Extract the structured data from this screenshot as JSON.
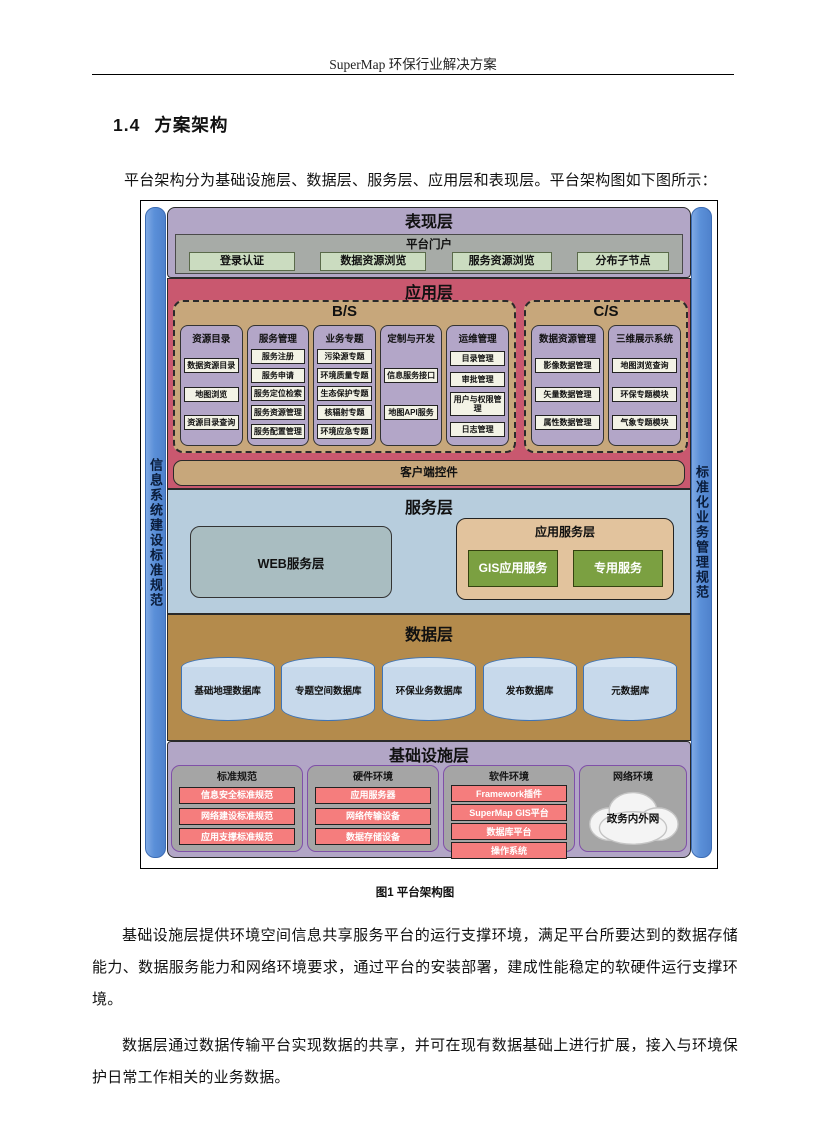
{
  "page": {
    "header": "SuperMap 环保行业解决方案",
    "section_number": "1.4",
    "section_title": "方案架构",
    "intro": "平台架构分为基础设施层、数据层、服务层、应用层和表现层。平台架构图如下图所示：",
    "caption": "图1  平台架构图",
    "para1": "基础设施层提供环境空间信息共享服务平台的运行支撑环境，满足平台所要达到的数据存储能力、数据服务能力和网络环境要求，通过平台的安装部署，建成性能稳定的软硬件运行支撑环境。",
    "para2": "数据层通过数据传输平台实现数据的共享，并可在现有数据基础上进行扩展，接入与环境保护日常工作相关的业务数据。"
  },
  "diagram": {
    "left_bar": "信息系统建设标准规范",
    "right_bar": "标准化业务管理规范",
    "presentation": {
      "title": "表现层",
      "portal_title": "平台门户",
      "buttons": [
        "登录认证",
        "数据资源浏览",
        "服务资源浏览",
        "分布子节点"
      ]
    },
    "application": {
      "title": "应用层",
      "bs": {
        "title": "B/S",
        "columns": [
          {
            "title": "资源目录",
            "items": [
              "数据资源目录",
              "地图浏览",
              "资源目录查询"
            ]
          },
          {
            "title": "服务管理",
            "items": [
              "服务注册",
              "服务申请",
              "服务定位检索",
              "服务资源管理",
              "服务配置管理"
            ]
          },
          {
            "title": "业务专题",
            "items": [
              "污染源专题",
              "环境质量专题",
              "生态保护专题",
              "核辐射专题",
              "环境应急专题"
            ]
          },
          {
            "title": "定制与开发",
            "items": [
              "信息服务接口",
              "地图API服务"
            ]
          },
          {
            "title": "运维管理",
            "items": [
              "目录管理",
              "审批管理",
              "用户与权限管理",
              "日志管理"
            ]
          }
        ]
      },
      "cs": {
        "title": "C/S",
        "columns": [
          {
            "title": "数据资源管理",
            "items": [
              "影像数据管理",
              "矢量数据管理",
              "属性数据管理"
            ]
          },
          {
            "title": "三维展示系统",
            "items": [
              "地图浏览查询",
              "环保专题模块",
              "气象专题模块"
            ]
          }
        ]
      },
      "client_bar": "客户端控件"
    },
    "service": {
      "title": "服务层",
      "web_layer": "WEB服务层",
      "app_service_title": "应用服务层",
      "app_services": [
        "GIS应用服务",
        "专用服务"
      ]
    },
    "data": {
      "title": "数据层",
      "databases": [
        "基础地理数据库",
        "专题空间数据库",
        "环保业务数据库",
        "发布数据库",
        "元数据库"
      ]
    },
    "infrastructure": {
      "title": "基础设施层",
      "groups": [
        {
          "title": "标准规范",
          "items": [
            "信息安全标准规范",
            "网络建设标准规范",
            "应用支撑标准规范"
          ]
        },
        {
          "title": "硬件环境",
          "items": [
            "应用服务器",
            "网络传输设备",
            "数据存储设备"
          ]
        },
        {
          "title": "软件环境",
          "items": [
            "Framework插件",
            "SuperMap GIS平台",
            "数据库平台",
            "操作系统"
          ]
        },
        {
          "title": "网络环境",
          "cloud": "政务内外网"
        }
      ]
    },
    "colors": {
      "side_bar_blue": "#5a8fd8",
      "presentation_purple": "#b2a6c6",
      "application_red": "#c9586f",
      "panel_tan": "#c7a77b",
      "column_purple": "#b3a6c8",
      "service_blue": "#b7cddd",
      "service_green": "#7ba041",
      "data_brown": "#b48b4c",
      "cylinder_blue": "#c7d9eb",
      "infra_item_red": "#f57d7d",
      "group_gray": "#a5a5a5",
      "group_border_purple": "#8050a8"
    }
  }
}
